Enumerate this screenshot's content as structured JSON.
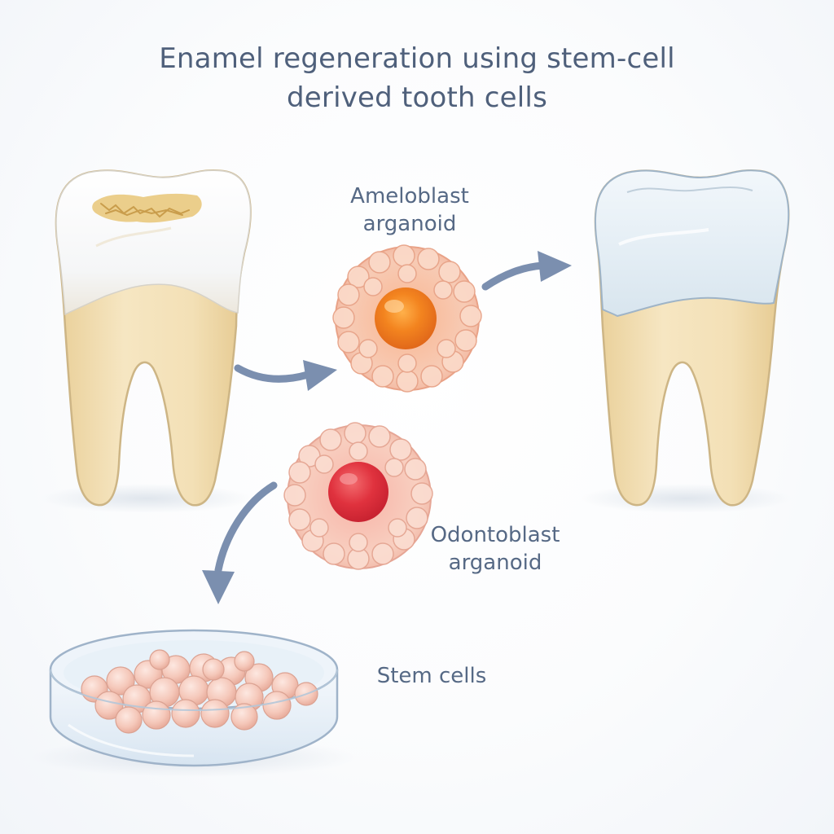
{
  "title": {
    "line1": "Enamel regeneration using stem-cell",
    "line2": "derived tooth cells"
  },
  "labels": {
    "ameloblast": {
      "line1": "Ameloblast",
      "line2": "arganoid"
    },
    "odontoblast": {
      "line1": "Odontoblast",
      "line2": "arganoid"
    },
    "stem_cells": "Stem cells"
  },
  "colors": {
    "background": "#ffffff",
    "text": "#4f607b",
    "arrow": "#7b8faf",
    "enamel": "#f6f8fa",
    "regenerated_enamel": "#e3edf4",
    "dentin": "#f1ddb0",
    "decay": "#e2bf6c",
    "ameloblast_core": "#f07f1e",
    "odontoblast_core": "#e0323e",
    "organoid_cells": "#f6c4b2",
    "stem_cells": "#f4c9bd",
    "dish": "#dde9f4"
  },
  "icons": [
    "damaged-tooth-icon",
    "regenerated-tooth-icon",
    "ameloblast-organoid-icon",
    "odontoblast-organoid-icon",
    "petri-dish-icon",
    "arrow-icon"
  ]
}
